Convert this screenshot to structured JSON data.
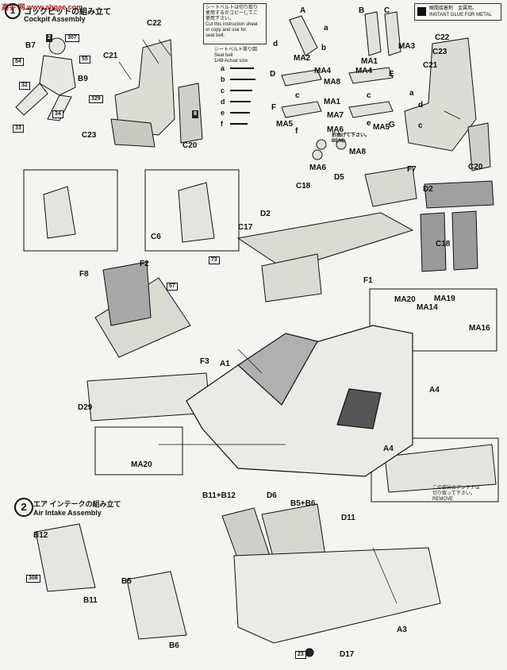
{
  "header": {
    "watermark": "高手 网 www.ahgae.com",
    "section1_number": "1",
    "section1_jp": "コックピットの組み立て",
    "section1_en": "Cockpit Assembly"
  },
  "seatbelt_note": {
    "line1": "シートベルトは切り取り",
    "line2": "使用するかコピーしてご",
    "line3": "使用下さい。",
    "line4": "Cut this instruction sheet",
    "line5": "or copy and use for",
    "line6": "seat belt."
  },
  "scale_note": {
    "line1": "シートベルト帯り図",
    "line2": "Seat belt",
    "line3": "1/48 Actual size",
    "letters": [
      "a",
      "b",
      "c",
      "d",
      "e",
      "f"
    ]
  },
  "glue_note": {
    "jp": "瞬間接着剤　金属用。",
    "en": "INSTANT GLUE FOR METAL"
  },
  "bend_note": {
    "jp": "折曲げて下さい。",
    "en": "BEND"
  },
  "remove_note": {
    "jp": "この部分のアンテナは",
    "jp2": "切り取って下さい。",
    "en": "REMOVE"
  },
  "section2": {
    "number": "2",
    "jp": "エア インテークの組み立て",
    "en": "Air Intake Assembly"
  },
  "labels": {
    "B7": "B7",
    "B9": "B9",
    "C22a": "C22",
    "C21a": "C21",
    "C23a": "C23",
    "C20a": "C20",
    "A": "A",
    "B": "B",
    "C": "C",
    "D": "D",
    "E": "E",
    "F": "F",
    "G": "G",
    "MA1": "MA1",
    "MA2": "MA2",
    "MA3": "MA3",
    "MA4a": "MA4",
    "MA4b": "MA4",
    "MA8a": "MA8",
    "MA1b": "MA1",
    "MA5a": "MA5",
    "MA5b": "MA5",
    "MA7": "MA7",
    "MA6a": "MA6",
    "MA6b": "MA6",
    "MA8b": "MA8",
    "C22b": "C22",
    "C21b": "C21",
    "C23b": "C23",
    "C20b": "C20",
    "C6": "C6",
    "F7": "F7",
    "D2a": "D2",
    "D5": "D5",
    "C18a": "C18",
    "D2b": "D2",
    "C17": "C17",
    "F1": "F1",
    "C18b": "C18",
    "F8": "F8",
    "F2": "F2",
    "F3": "F3",
    "A1": "A1",
    "D29": "D29",
    "MA20a": "MA20",
    "MA14": "MA14",
    "MA19": "MA19",
    "MA16": "MA16",
    "A4a": "A4",
    "A4b": "A4",
    "MA20b": "MA20",
    "B11B12": "B11+B12",
    "D6": "D6",
    "B5B6": "B5+B6",
    "D11": "D11",
    "B12": "B12",
    "B11": "B11",
    "B5": "B5",
    "B6": "B6",
    "A3": "A3",
    "D17": "D17",
    "a1": "a",
    "b1": "b",
    "c1": "c",
    "d1": "d",
    "e1": "e",
    "f1": "f",
    "a2": "a",
    "d2": "d",
    "c2": "c",
    "c3": "c"
  },
  "parts": {
    "p2": "2",
    "p307": "307",
    "p55": "55",
    "p54": "54",
    "p32": "32",
    "p34": "34",
    "p33": "33",
    "p329": "329",
    "p8": "8",
    "p73": "73",
    "p57": "57",
    "p308": "308",
    "p23": "23"
  },
  "colors": {
    "ink": "#111111",
    "paper": "#f4f4f0",
    "grey": "#9a9a9a",
    "watermark": "#b02020"
  }
}
